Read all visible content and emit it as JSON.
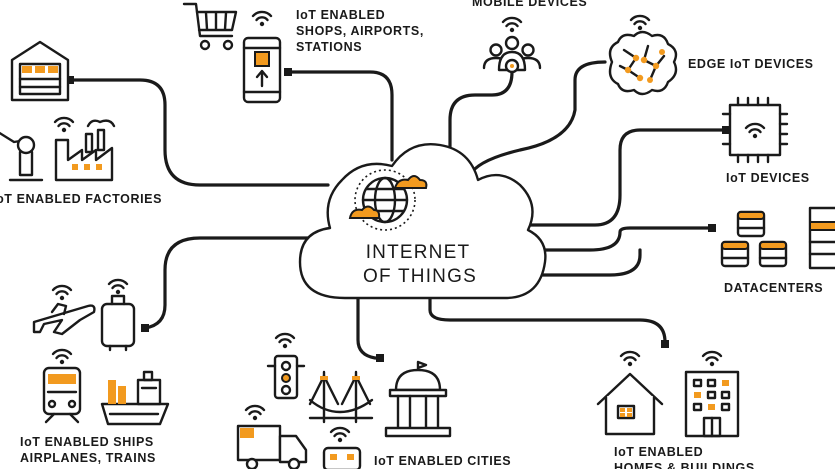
{
  "center": {
    "line1": "INTERNET",
    "line2": "OF THINGS"
  },
  "nodes": {
    "shops": {
      "line1": "IoT ENABLED",
      "line2": "SHOPS, AIRPORTS,",
      "line3": "STATIONS"
    },
    "mobile": {
      "label": "MOBILE DEVICES"
    },
    "edge": {
      "label": "EDGE IoT DEVICES"
    },
    "iot_devices": {
      "label": "IoT DEVICES"
    },
    "datacenters": {
      "label": "DATACENTERS"
    },
    "factories": {
      "label": "IoT ENABLED FACTORIES"
    },
    "ships": {
      "line1": "IoT ENABLED SHIPS",
      "line2": "AIRPLANES, TRAINS"
    },
    "cities": {
      "label": "IoT ENABLED CITIES"
    },
    "homes": {
      "line1": "IoT ENABLED",
      "line2": "HOMES & BUILDINGS"
    }
  },
  "colors": {
    "accent": "#f29a1f",
    "ink": "#1a1a1a",
    "background": "#ffffff"
  },
  "icons": [
    "shopping-cart-icon",
    "smartphone-icon",
    "people-group-icon",
    "brain-chip-icon",
    "microchip-icon",
    "database-icon",
    "warehouse-icon",
    "factory-icon",
    "airplane-icon",
    "luggage-icon",
    "train-icon",
    "cargo-ship-icon",
    "traffic-light-icon",
    "bridge-icon",
    "capitol-building-icon",
    "truck-icon",
    "house-icon",
    "office-building-icon",
    "wifi-icon",
    "globe-icon"
  ]
}
